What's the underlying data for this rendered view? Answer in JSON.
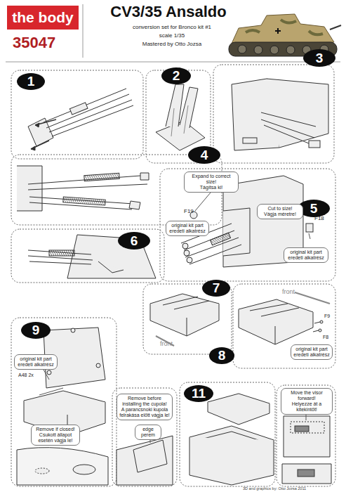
{
  "diagram": {
    "title": "CV3/35 Ansaldo",
    "nodes": [
      {
        "text": [
          "the body"
        ]
      },
      {
        "text": [
          "1"
        ]
      },
      {
        "text": [
          "2"
        ]
      },
      {
        "text": [
          "3"
        ]
      },
      {
        "text": [
          "4"
        ]
      },
      {
        "text": [
          "5"
        ]
      },
      {
        "text": [
          "6"
        ]
      },
      {
        "text": [
          "7"
        ]
      },
      {
        "text": [
          "8"
        ]
      },
      {
        "text": [
          "9"
        ]
      },
      {
        "text": [
          "11"
        ]
      },
      {
        "text": [
          "Expand to correct size!",
          "Tágítsa ki!"
        ]
      },
      {
        "text": [
          "Cut to size!",
          "Vágja méretre!"
        ]
      },
      {
        "text": [
          "original kit part",
          "eredeti alkatrész"
        ]
      },
      {
        "text": [
          "original kit part",
          "eredeti alkatrész"
        ]
      },
      {
        "text": [
          "original kit part",
          "eredeti alkatrész"
        ]
      },
      {
        "text": [
          "original kit part",
          "eredeti alkatrész"
        ]
      },
      {
        "text": [
          "Remove if closed!",
          "Csukott állapot esetén vágja le!"
        ]
      },
      {
        "text": [
          "Remove before installing the cupola!",
          "A parancsnoki kupola felrakása előtt vágja le!"
        ]
      },
      {
        "text": [
          "edge",
          "perem"
        ]
      },
      {
        "text": [
          "Move the visor forward!",
          "Helyezze át a kitekintőt!"
        ]
      }
    ],
    "labels": [
      "35047",
      "conversion set for Bronco kit #1",
      "scale 1/35",
      "Mastered by Otto Jozsa",
      "F19",
      "F18",
      "front",
      "front",
      "F9",
      "F8",
      "A48 2x",
      "3D and graphics by: Otto Jozsa 2011"
    ]
  }
}
